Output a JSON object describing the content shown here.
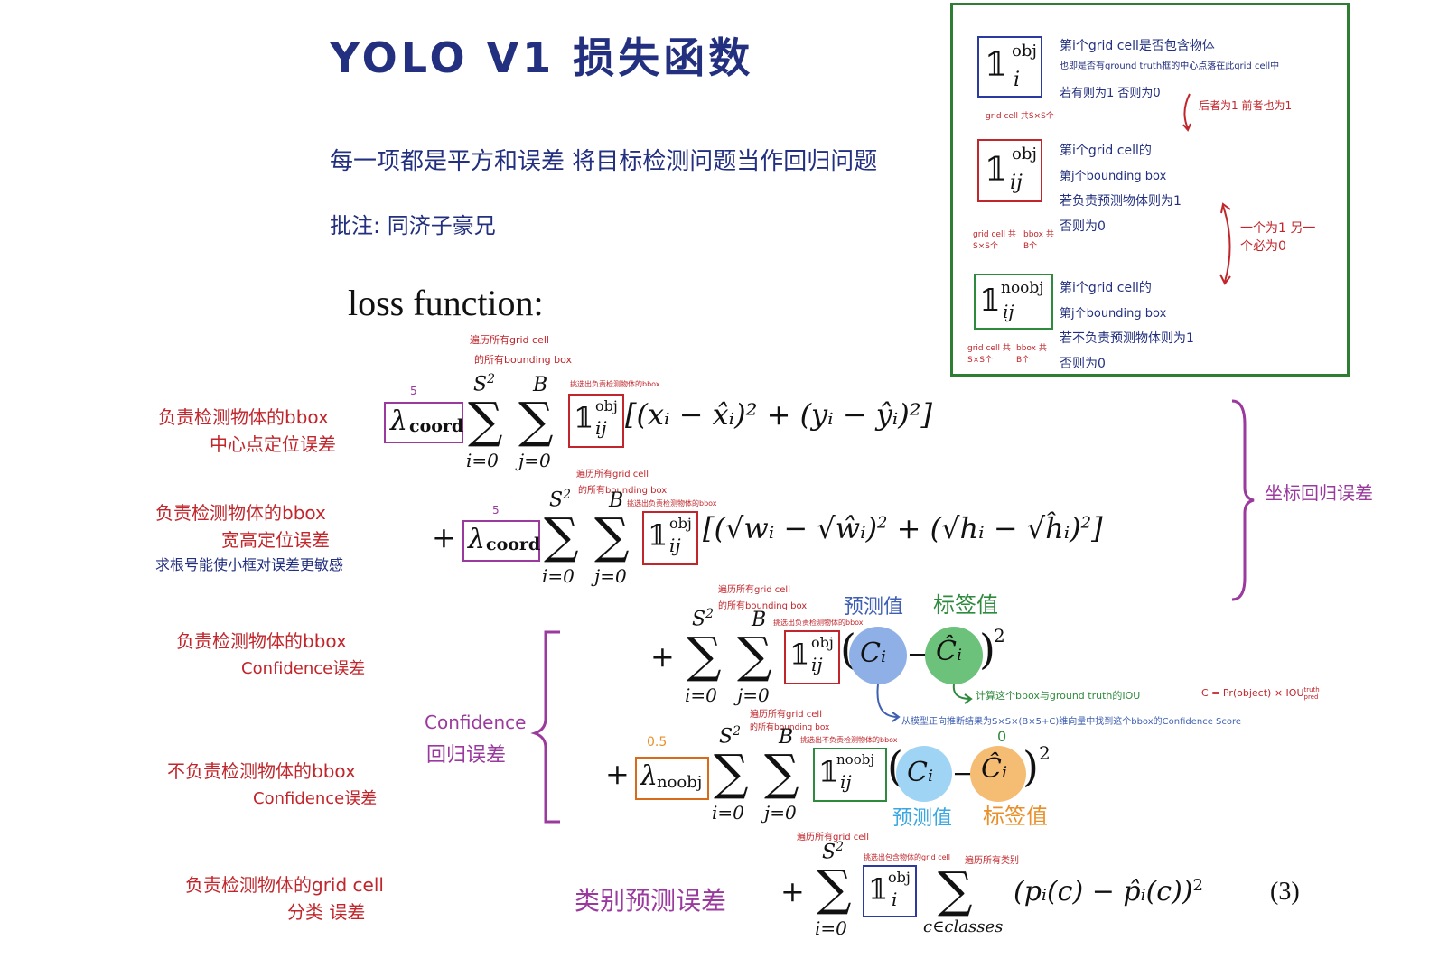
{
  "title": "YOLO V1 损失函数",
  "subtitle": "每一项都是平方和误差  将目标检测问题当作回归问题",
  "annotation_note": "批注: 同济子豪兄",
  "loss_label": "loss function:",
  "legend_box": {
    "item1": {
      "symbol": "𝟙",
      "sup": "obj",
      "sub": "i",
      "line1": "第i个grid cell是否包含物体",
      "line2": "也即是否有ground truth框的中心点落在此grid cell中",
      "line3": "若有则为1 否则为0",
      "below": "grid cell 共S×S个"
    },
    "note_mid": "后者为1 前者也为1",
    "item2": {
      "symbol": "𝟙",
      "sup": "obj",
      "sub": "ij",
      "line1": "第i个grid cell的",
      "line2": "第j个bounding box",
      "line3": "若负责预测物体则为1",
      "line4": "否则为0",
      "below_left": "grid cell 共S×S个",
      "below_right": "bbox 共B个"
    },
    "note_side": "一个为1 另一个必为0",
    "item3": {
      "symbol": "𝟙",
      "sup": "noobj",
      "sub": "ij",
      "line1": "第i个grid cell的",
      "line2": "第j个bounding box",
      "line3": "若不负责预测物体则为1",
      "line4": "否则为0",
      "below_left": "grid cell 共S×S个",
      "below_right": "bbox 共B个"
    }
  },
  "left_notes": {
    "n1a": "负责检测物体的bbox",
    "n1b": "中心点定位误差",
    "n2a": "负责检测物体的bbox",
    "n2b": "宽高定位误差",
    "n2c": "求根号能使小框对误差更敏感",
    "n3a": "负责检测物体的bbox",
    "n3b": "Confidence误差",
    "n4a": "不负责检测物体的bbox",
    "n4b": "Confidence误差",
    "n5a": "负责检测物体的grid cell",
    "n5b": "分类 误差"
  },
  "right_notes": {
    "coord_err": "坐标回归误差",
    "conf_err_a": "Confidence",
    "conf_err_b": "回归误差",
    "class_err": "类别预测误差"
  },
  "small_notes": {
    "traverse_all": "遍历所有grid cell",
    "all_bbox": "的所有bounding box",
    "pick_resp": "挑选出负责检测物体的bbox",
    "pick_nonresp": "挑选出不负责检测物体的bbox",
    "pick_cell": "挑选出包含物体的grid cell",
    "traverse_cls": "遍历所有类别",
    "lambda_coord_val": "5",
    "lambda_noobj_val": "0.5",
    "zero_label": "0",
    "pred_val": "预测值",
    "label_val": "标签值",
    "iou_note": "计算这个bbox与ground truth的IOU",
    "conf_note": "从模型正向推断结果为S×S×(B×5+C)维向量中找到这个bbox的Confidence Score",
    "c_formula": "C = Pr(object) × IOU",
    "c_sup": "truth",
    "c_sub": "pred"
  },
  "formula": {
    "lambda_coord": "λ",
    "coord_sub": "coord",
    "lambda_noobj": "λ",
    "noobj_sub": "noobj",
    "sum_top_S": "S",
    "sum_top_S_exp": "2",
    "sum_top_B": "B",
    "sum_bot_i": "i=0",
    "sum_bot_j": "j=0",
    "sum_bot_c": "c∈classes",
    "term1": "[(xᵢ − x̂ᵢ)² + (yᵢ − ŷᵢ)²]",
    "term2a": "[(√wᵢ − √ŵᵢ)",
    "term2b": " + (√hᵢ − √ĥᵢ)",
    "term2c": "]",
    "sq": "2",
    "plus": "+",
    "ci": "Cᵢ",
    "ci_hat": "Ĉᵢ",
    "minus": "−",
    "term5": "(pᵢ(c) − p̂ᵢ(c))",
    "eq_num": "(3)"
  },
  "colors": {
    "blue_box": "#2a3aa0",
    "red_box": "#c0262b",
    "green_box": "#2e8a3c",
    "purple_box": "#9b3a9e",
    "orange_box": "#d86a1a",
    "ci_blue": "#8fb0e6",
    "ci_hat_green": "#6cc27a",
    "ci_light_blue": "#9fd4f5",
    "ci_hat_orange": "#f5bd74"
  }
}
